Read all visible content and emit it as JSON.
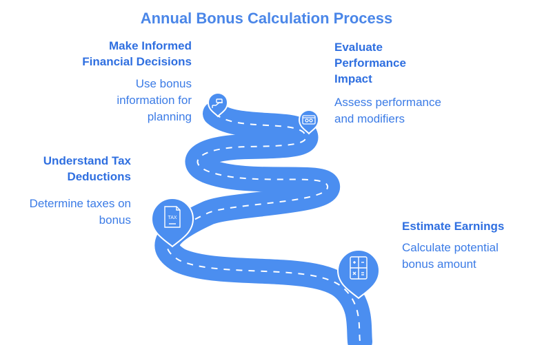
{
  "title": "Annual Bonus Calculation Process",
  "steps": [
    {
      "heading": "Make Informed\nFinancial Decisions",
      "description": "Use bonus\ninformation for\nplanning",
      "icon": "hand-money-icon"
    },
    {
      "heading": "Evaluate\nPerformance\nImpact",
      "description": "Assess performance\nand modifiers",
      "icon": "screen-dashboard-icon"
    },
    {
      "heading": "Understand Tax\nDeductions",
      "description": "Determine taxes on\nbonus",
      "icon": "tax-document-icon"
    },
    {
      "heading": "Estimate Earnings",
      "description": "Calculate potential\nbonus amount",
      "icon": "calculator-icon"
    }
  ],
  "tax_icon_text": "TAX",
  "colors": {
    "road": "#4b8ef0",
    "text": "#2f6fe0",
    "dash": "#ffffff"
  }
}
